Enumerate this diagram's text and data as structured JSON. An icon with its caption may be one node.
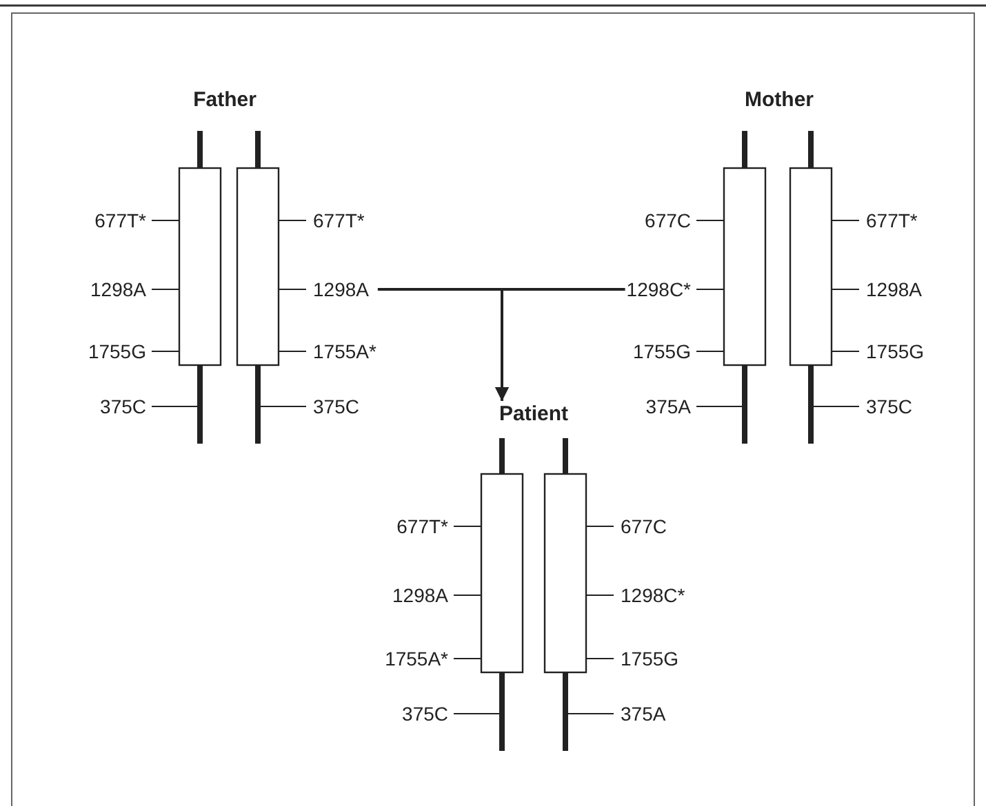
{
  "diagram": {
    "nodes": [
      {
        "text": [
          "Father"
        ],
        "beside": [
          "677T*",
          "677T*",
          "1298A",
          "1298A",
          "1755G",
          "1755A*",
          "375C",
          "375C"
        ]
      },
      {
        "text": [
          "Mother"
        ],
        "beside": [
          "677C",
          "677T*",
          "1298C*",
          "1298A",
          "1755G",
          "1755G",
          "375A",
          "375C"
        ]
      },
      {
        "text": [
          "Patient"
        ],
        "beside": [
          "677T*",
          "677C",
          "1298A",
          "1298C*",
          "1755A*",
          "1755G",
          "375C",
          "375A"
        ]
      }
    ],
    "edges": [
      {
        "from": 0,
        "to": 2,
        "arrow": "to"
      },
      {
        "from": 1,
        "to": 2,
        "arrow": "to"
      }
    ]
  }
}
